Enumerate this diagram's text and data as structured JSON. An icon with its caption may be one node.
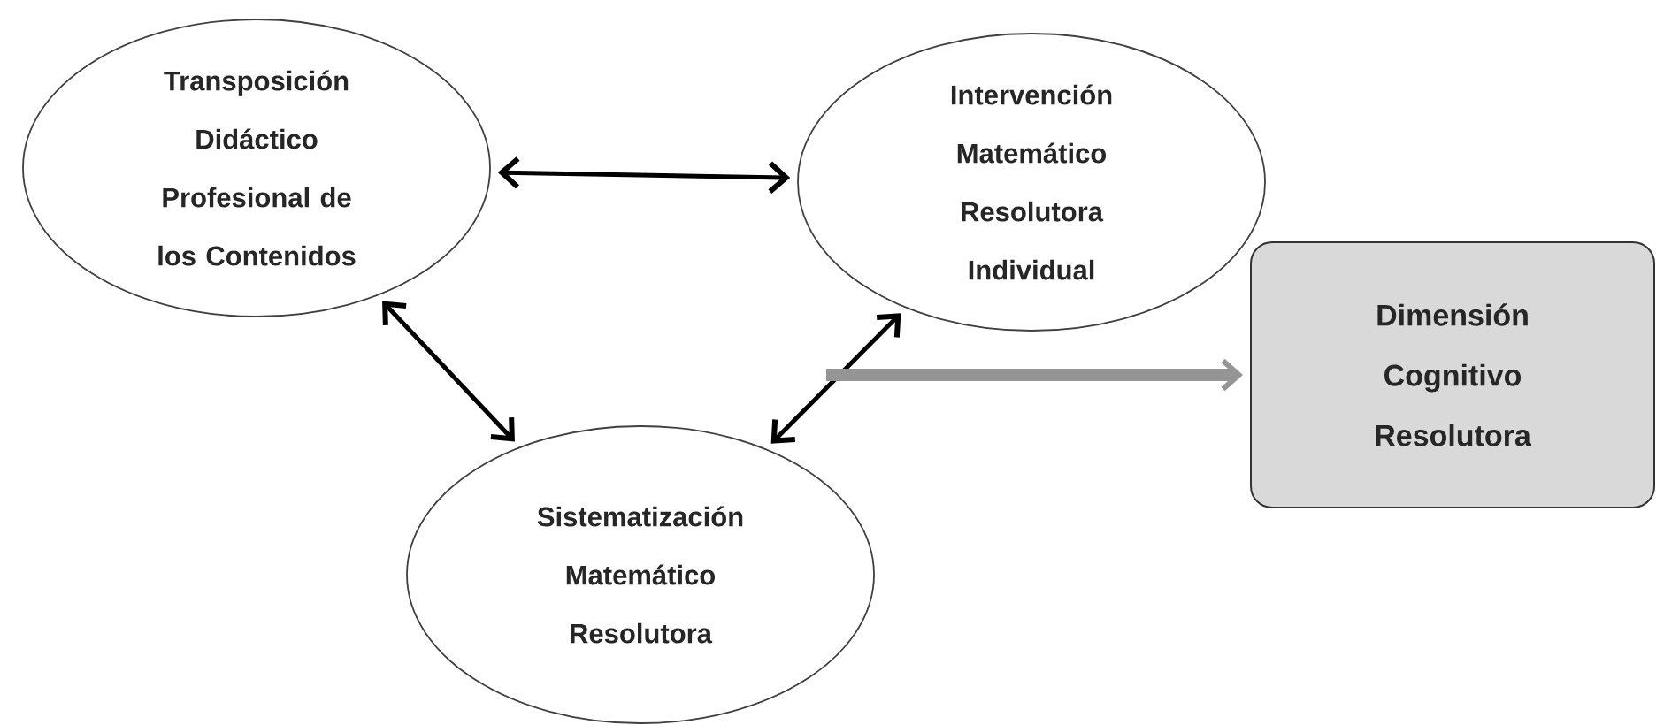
{
  "diagram": {
    "nodes": [
      {
        "text": [
          "Transposición Didáctico Profesional de los Contenidos"
        ]
      },
      {
        "text": [
          "Intervención Matemático Resolutora Individual"
        ]
      },
      {
        "text": [
          "Sistematización Matemático Resolutora"
        ]
      },
      {
        "text": [
          "Dimensión Cognitivo Resolutora"
        ]
      }
    ],
    "edges": [
      {
        "from": 0,
        "to": 1,
        "arrow": "both"
      },
      {
        "from": 0,
        "to": 2,
        "arrow": "both"
      },
      {
        "from": 1,
        "to": 2,
        "arrow": "both"
      },
      {
        "from": null,
        "to": 3,
        "arrow": "to",
        "style": "thick",
        "color": "#959595"
      }
    ]
  }
}
